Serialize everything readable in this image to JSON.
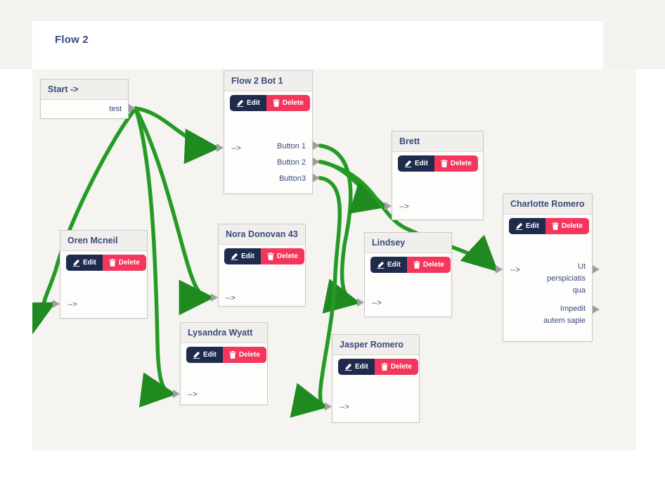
{
  "header": {
    "title": "Flow 2"
  },
  "colors": {
    "connection_green": "#259b25",
    "connection_arrow": "#1f8a1f",
    "edit_button": "#1e2b4d",
    "delete_button": "#f5365c",
    "title_text": "#3a4a7c",
    "endpoint_gray": "#9f9f9f",
    "top_band": "#f3f2ef"
  },
  "canvas": {
    "nodes": [
      {
        "id": "start",
        "title": "Start ->",
        "outputs": [
          {
            "label": "test"
          }
        ]
      },
      {
        "id": "bot",
        "title": "Flow 2 Bot 1",
        "buttons": {
          "edit": "Edit",
          "delete": "Delete"
        },
        "input_label": "-->",
        "outputs": [
          {
            "label": "Button 1"
          },
          {
            "label": "Button 2"
          },
          {
            "label": "Button3"
          }
        ]
      },
      {
        "id": "brett",
        "title": "Brett",
        "buttons": {
          "edit": "Edit",
          "delete": "Delete"
        },
        "input_label": "-->",
        "outputs": []
      },
      {
        "id": "oren",
        "title": "Oren Mcneil",
        "buttons": {
          "edit": "Edit",
          "delete": "Delete"
        },
        "input_label": "-->",
        "outputs": []
      },
      {
        "id": "nora",
        "title": "Nora Donovan 43",
        "buttons": {
          "edit": "Edit",
          "delete": "Delete"
        },
        "input_label": "-->",
        "outputs": []
      },
      {
        "id": "lindsey",
        "title": "Lindsey",
        "buttons": {
          "edit": "Edit",
          "delete": "Delete"
        },
        "input_label": "-->",
        "outputs": []
      },
      {
        "id": "lysandra",
        "title": "Lysandra Wyatt",
        "buttons": {
          "edit": "Edit",
          "delete": "Delete"
        },
        "input_label": "-->",
        "outputs": []
      },
      {
        "id": "jasper",
        "title": "Jasper Romero",
        "buttons": {
          "edit": "Edit",
          "delete": "Delete"
        },
        "input_label": "-->",
        "outputs": []
      },
      {
        "id": "charlotte",
        "title": "Charlotte Romero",
        "buttons": {
          "edit": "Edit",
          "delete": "Delete"
        },
        "input_label": "-->",
        "outputs": [
          {
            "label": "Ut perspiciatis qua"
          },
          {
            "label": "Impedit autem sapie"
          }
        ]
      }
    ],
    "connections": [
      {
        "from_node": "start",
        "from_port": "test",
        "to_node": "bot"
      },
      {
        "from_node": "start",
        "from_port": "test",
        "to_node": "oren"
      },
      {
        "from_node": "start",
        "from_port": "test",
        "to_node": "nora"
      },
      {
        "from_node": "start",
        "from_port": "test",
        "to_node": "lysandra"
      },
      {
        "from_node": "bot",
        "from_port": "Button 1",
        "to_node": "lindsey"
      },
      {
        "from_node": "bot",
        "from_port": "Button 2",
        "to_node": "brett"
      },
      {
        "from_node": "bot",
        "from_port": "Button 2",
        "to_node": "charlotte"
      },
      {
        "from_node": "bot",
        "from_port": "Button3",
        "to_node": "jasper"
      }
    ]
  }
}
